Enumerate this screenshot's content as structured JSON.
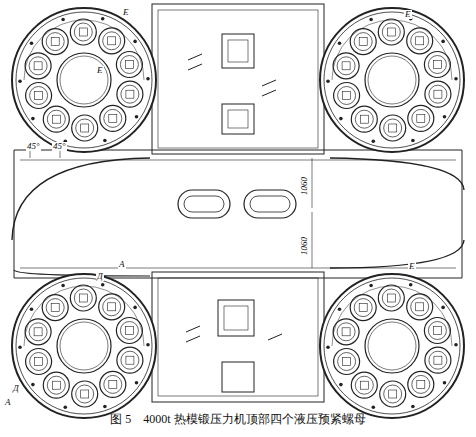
{
  "diagram": {
    "caption": "图 5　4000t 热模锻压力机顶部四个液压预紧螺母",
    "labels": [
      "E",
      "E",
      "E",
      "1060",
      "1060",
      "45°",
      "45°",
      "A",
      "Д",
      "Д",
      "A",
      "E"
    ]
  }
}
